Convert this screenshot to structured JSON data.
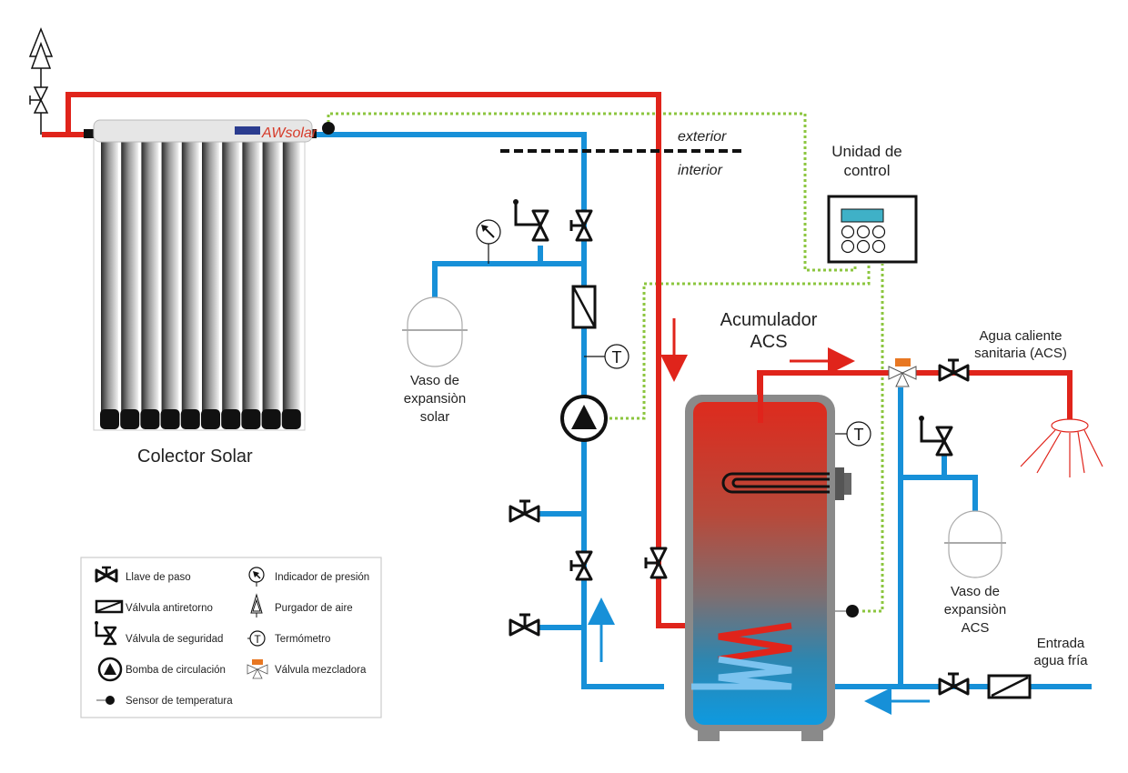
{
  "diagram": {
    "title": "Sistema solar térmico para ACS",
    "labels": {
      "collector": "Colector Solar",
      "collector_brand": "AWsolar",
      "exterior": "exterior",
      "interior": "interior",
      "control_unit_line1": "Unidad de",
      "control_unit_line2": "control",
      "tank_line1": "Acumulador",
      "tank_line2": "ACS",
      "exp_solar_line1": "Vaso de",
      "exp_solar_line2": "expansiòn",
      "exp_solar_line3": "solar",
      "exp_acs_line1": "Vaso de",
      "exp_acs_line2": "expansiòn",
      "exp_acs_line3": "ACS",
      "hot_water_line1": "Agua caliente",
      "hot_water_line2": "sanitaria (ACS)",
      "cold_in_line1": "Entrada",
      "cold_in_line2": "agua fría",
      "thermometer_glyph": "T"
    },
    "colors": {
      "hot_pipe": "#e0241b",
      "cold_pipe": "#1790d8",
      "control_wire": "#8cc63f",
      "mixing_valve_actuator": "#e87722",
      "control_display": "#3fb1c7",
      "tank_shell": "#8a8a8a"
    }
  },
  "legend": {
    "items": [
      {
        "icon": "gate-valve-icon",
        "label": "Llave de paso"
      },
      {
        "icon": "check-valve-icon",
        "label": "Válvula antiretorno"
      },
      {
        "icon": "safety-valve-icon",
        "label": "Válvula de seguridad"
      },
      {
        "icon": "circulation-pump-icon",
        "label": "Bomba de circulación"
      },
      {
        "icon": "temperature-sensor-icon",
        "label": "Sensor de temperatura"
      },
      {
        "icon": "pressure-gauge-icon",
        "label": "Indicador de presión"
      },
      {
        "icon": "air-vent-icon",
        "label": "Purgador de aire"
      },
      {
        "icon": "thermometer-icon",
        "label": "Termómetro"
      },
      {
        "icon": "mixing-valve-icon",
        "label": "Válvula mezcladora"
      }
    ]
  }
}
